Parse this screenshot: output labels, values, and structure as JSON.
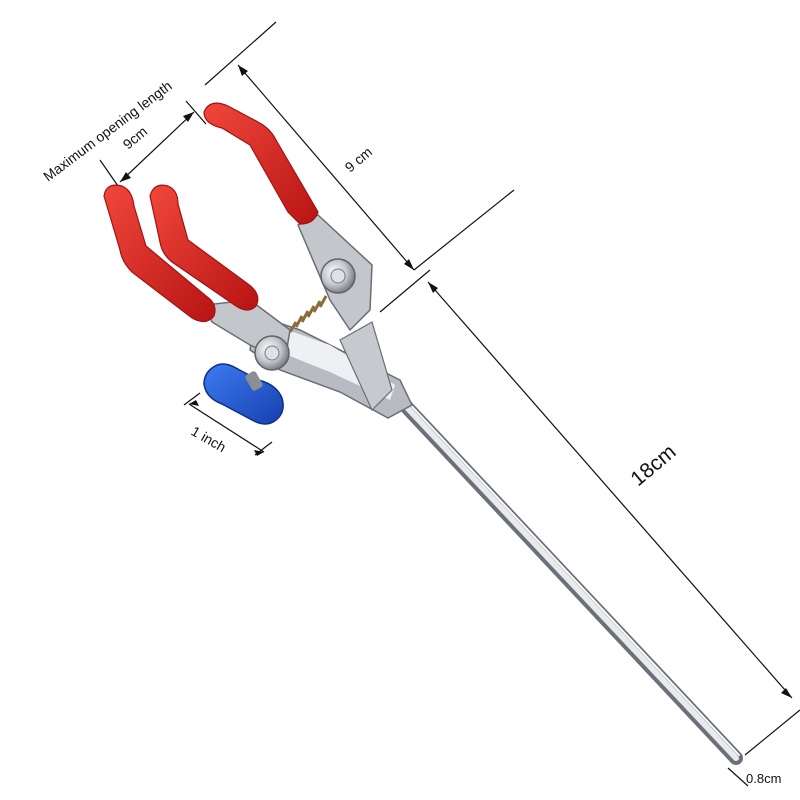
{
  "labels": {
    "max_opening_caption": "Maximum opening length",
    "max_opening_value": "9cm",
    "jaw_length": "9 cm",
    "rod_length": "18cm",
    "knob_size": "1 inch",
    "rod_diameter": "0.8cm"
  },
  "colors": {
    "sleeve": "#d91f1f",
    "sleeve_dark": "#a31212",
    "knob": "#1f55d6",
    "chrome": "#c9ccd1",
    "background": "#ffffff",
    "lines": "#111111"
  }
}
